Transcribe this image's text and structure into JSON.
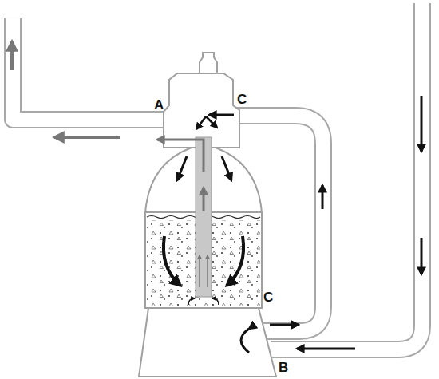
{
  "diagram": {
    "labels": [
      "A",
      "C",
      "C",
      "B"
    ]
  }
}
